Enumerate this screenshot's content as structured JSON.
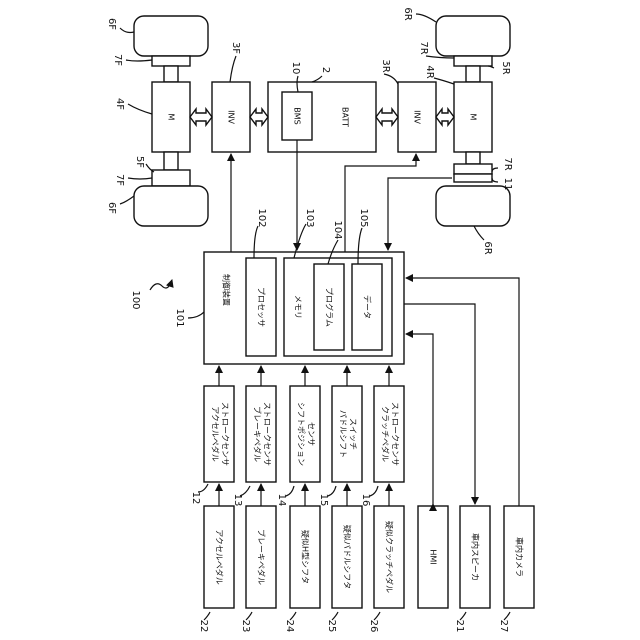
{
  "refs": {
    "r100": "100",
    "r101": "101",
    "r102": "102",
    "r103": "103",
    "r104": "104",
    "r105": "105",
    "r2": "2",
    "r10": "10",
    "r3F": "3F",
    "r3R": "3R",
    "r4F_top": "4F",
    "r4R": "4R",
    "r5F": "5F",
    "r5R": "5R",
    "r6F_top": "6F",
    "r6F_bot": "6F",
    "r6R_top": "6R",
    "r6R_bot": "6R",
    "r7F_top": "7F",
    "r7F_bot": "7F",
    "r7R_top": "7R",
    "r7R_bot": "7R",
    "r11": "11",
    "r12": "12",
    "r13": "13",
    "r14": "14",
    "r15": "15",
    "r16": "16",
    "r21": "21",
    "r22": "22",
    "r23": "23",
    "r24": "24",
    "r25": "25",
    "r26": "26",
    "r27": "27"
  },
  "labels": {
    "motor_front": "M",
    "motor_rear": "M",
    "inv_front": "INV",
    "inv_rear": "INV",
    "bms": "BMS",
    "batt": "BATT",
    "controller": "制御装置",
    "processor": "プロセッサ",
    "memory": "メモリ",
    "program": "プログラム",
    "data": "データ",
    "sensor_accel_1": "アクセルペダル",
    "sensor_accel_2": "ストロークセンサ",
    "sensor_brake_1": "ブレーキペダル",
    "sensor_brake_2": "ストロークセンサ",
    "sensor_shift_1": "シフトポジション",
    "sensor_shift_2": "センサ",
    "sensor_paddle_1": "パドルシフト",
    "sensor_paddle_2": "スイッチ",
    "sensor_clutch_1": "クラッチペダル",
    "sensor_clutch_2": "ストロークセンサ",
    "in_accel": "アクセルペダル",
    "in_brake": "ブレーキペダル",
    "in_hshifter": "疑似H型シフタ",
    "in_paddle": "疑似パドルシフタ",
    "in_clutch": "疑似クラッチペダル",
    "hmi": "HMI",
    "speaker": "車内スピーカ",
    "camera": "車内カメラ"
  }
}
